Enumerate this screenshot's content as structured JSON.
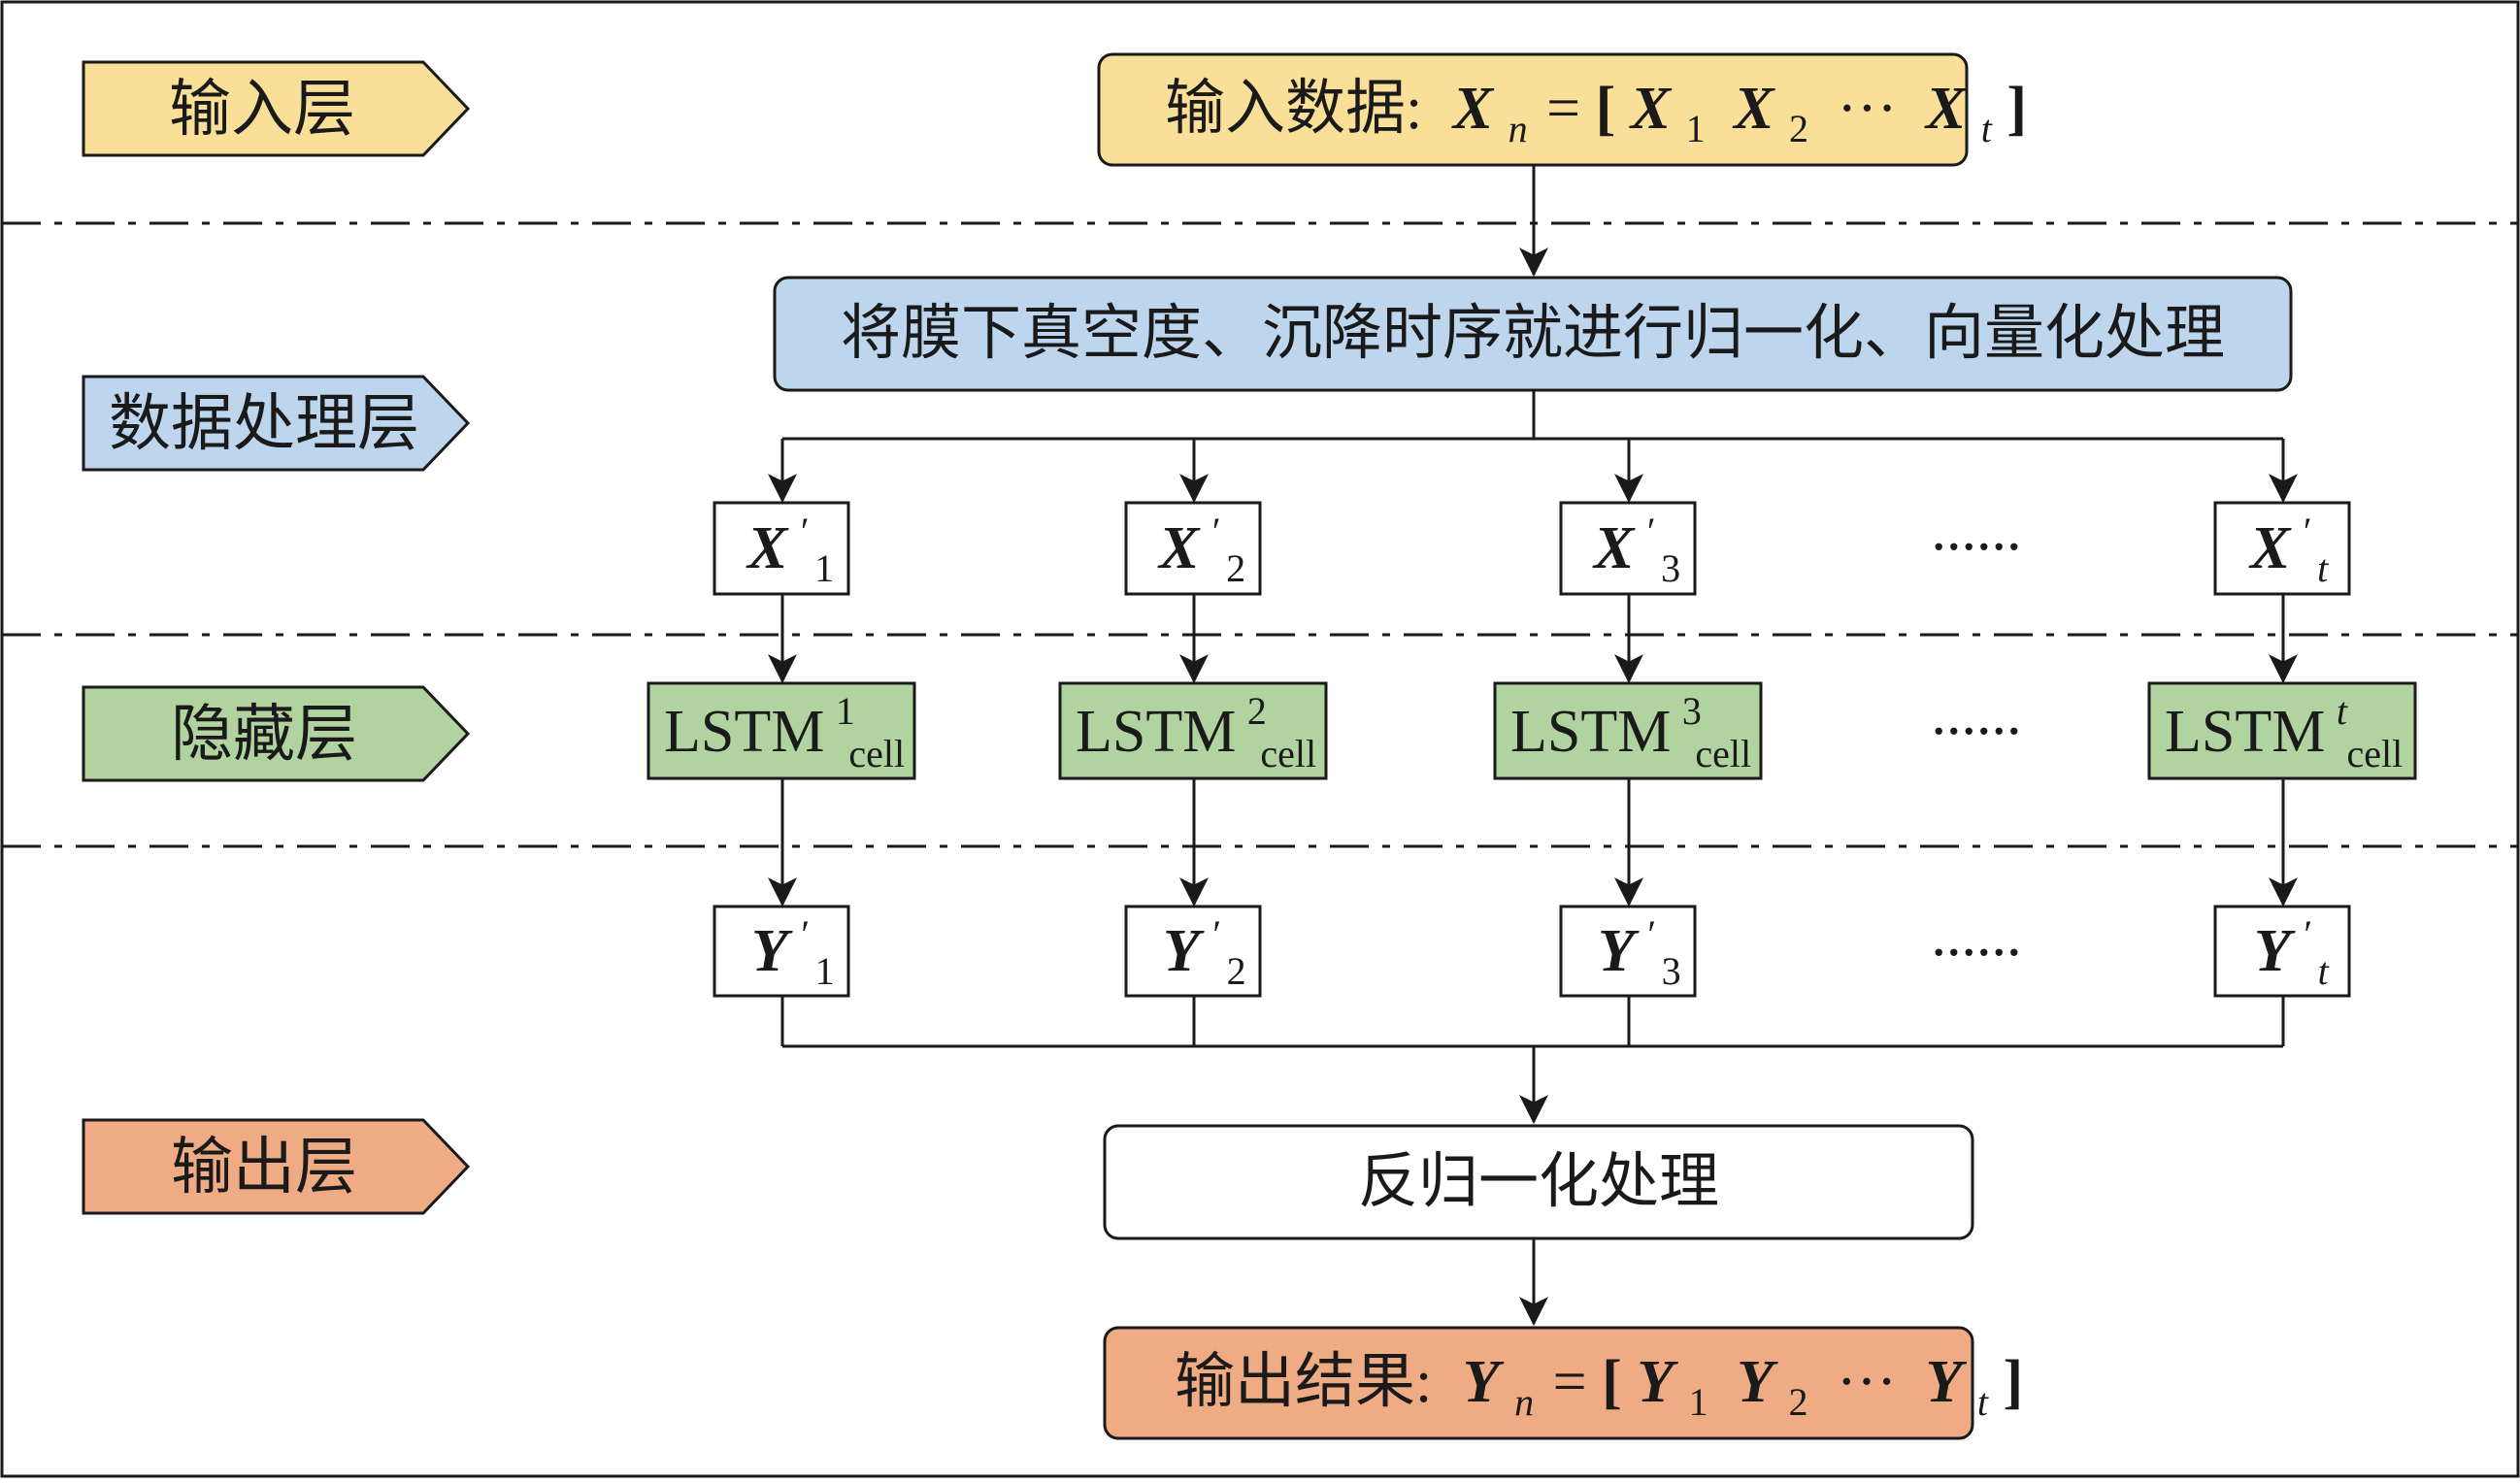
{
  "colors": {
    "input": "#f9df97",
    "processing": "#bdd6ee",
    "hidden": "#b1d39f",
    "output": "#efab83",
    "stroke": "#1a1a1a"
  },
  "layers": {
    "input": "输入层",
    "processing": "数据处理层",
    "hidden": "隐藏层",
    "output": "输出层"
  },
  "input_box": {
    "prefix": "输入数据:",
    "var": "X",
    "sub_n": "n",
    "eq": "=",
    "lbr": "[",
    "x1": "X",
    "s1": "1",
    "x2": "X",
    "s2": "2",
    "dots": "···",
    "xt": "X",
    "st": "t",
    "rbr": "]"
  },
  "process_box": "将膜下真空度、沉降时序就进行归一化、向量化处理",
  "x_nodes": [
    {
      "var": "X",
      "prime": "′",
      "sub": "1"
    },
    {
      "var": "X",
      "prime": "′",
      "sub": "2"
    },
    {
      "var": "X",
      "prime": "′",
      "sub": "3"
    },
    {
      "var": "X",
      "prime": "′",
      "sub": "t"
    }
  ],
  "lstm_nodes": [
    {
      "label": "LSTM",
      "sup": "1",
      "sub": "cell"
    },
    {
      "label": "LSTM",
      "sup": "2",
      "sub": "cell"
    },
    {
      "label": "LSTM",
      "sup": "3",
      "sub": "cell"
    },
    {
      "label": "LSTM",
      "sup": "t",
      "sub": "cell"
    }
  ],
  "y_nodes": [
    {
      "var": "Y",
      "prime": "′",
      "sub": "1"
    },
    {
      "var": "Y",
      "prime": "′",
      "sub": "2"
    },
    {
      "var": "Y",
      "prime": "′",
      "sub": "3"
    },
    {
      "var": "Y",
      "prime": "′",
      "sub": "t"
    }
  ],
  "ellipsis": "......",
  "denorm_box": "反归一化处理",
  "output_box": {
    "prefix": "输出结果:",
    "var": "Y",
    "sub_n": "n",
    "eq": "=",
    "lbr": "[",
    "y1": "Y",
    "s1": "1",
    "y2": "Y",
    "s2": "2",
    "dots": "···",
    "yt": "Y",
    "st": "t",
    "rbr": "]"
  }
}
